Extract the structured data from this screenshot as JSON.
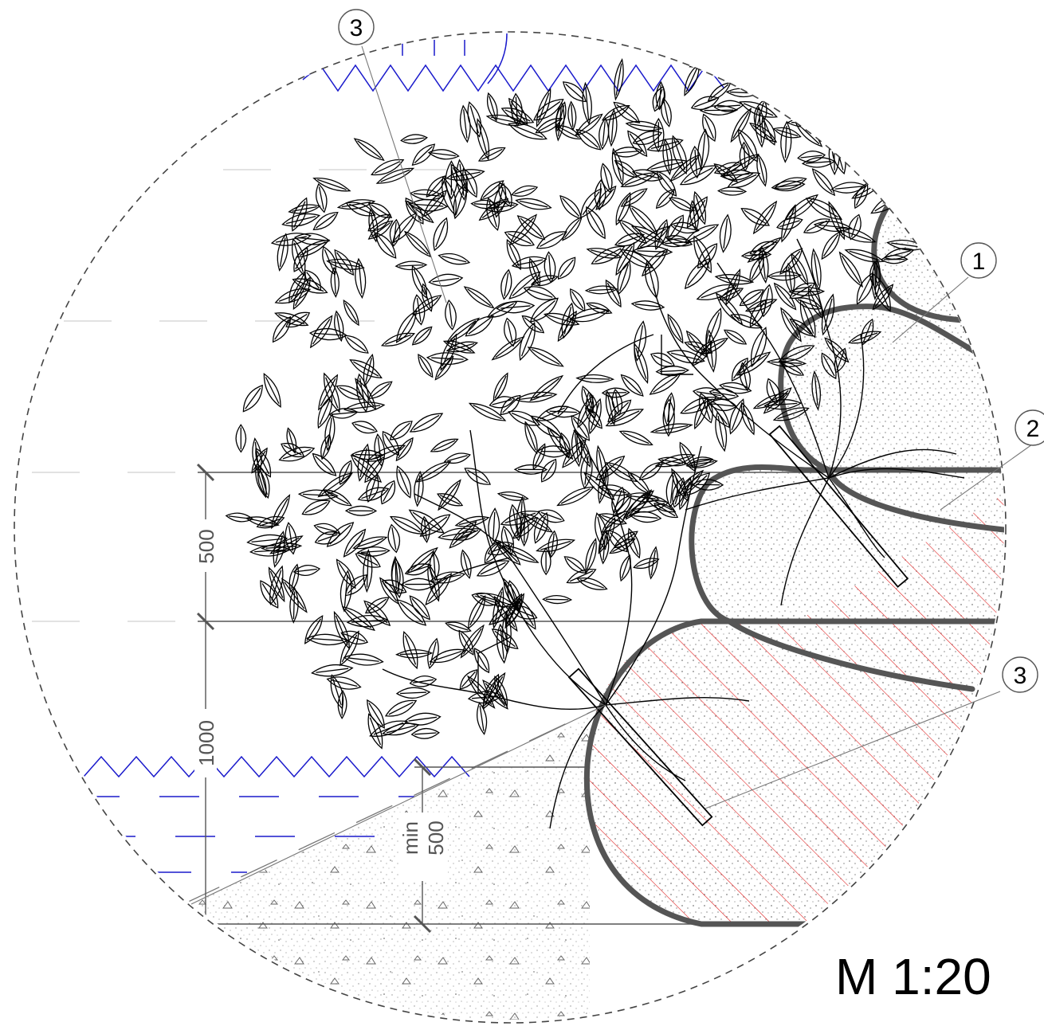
{
  "callouts": [
    "3",
    "1",
    "2",
    "3"
  ],
  "dimensions": {
    "upper": "500",
    "total": "1000",
    "min_label": "min",
    "min_value": "500"
  },
  "scale_label": "M 1:20",
  "colors": {
    "line": "#000000",
    "soil_outline": "#555555",
    "water": "#1a1acc",
    "hatch": "#e02020",
    "dashed_boundary": "#444444"
  }
}
